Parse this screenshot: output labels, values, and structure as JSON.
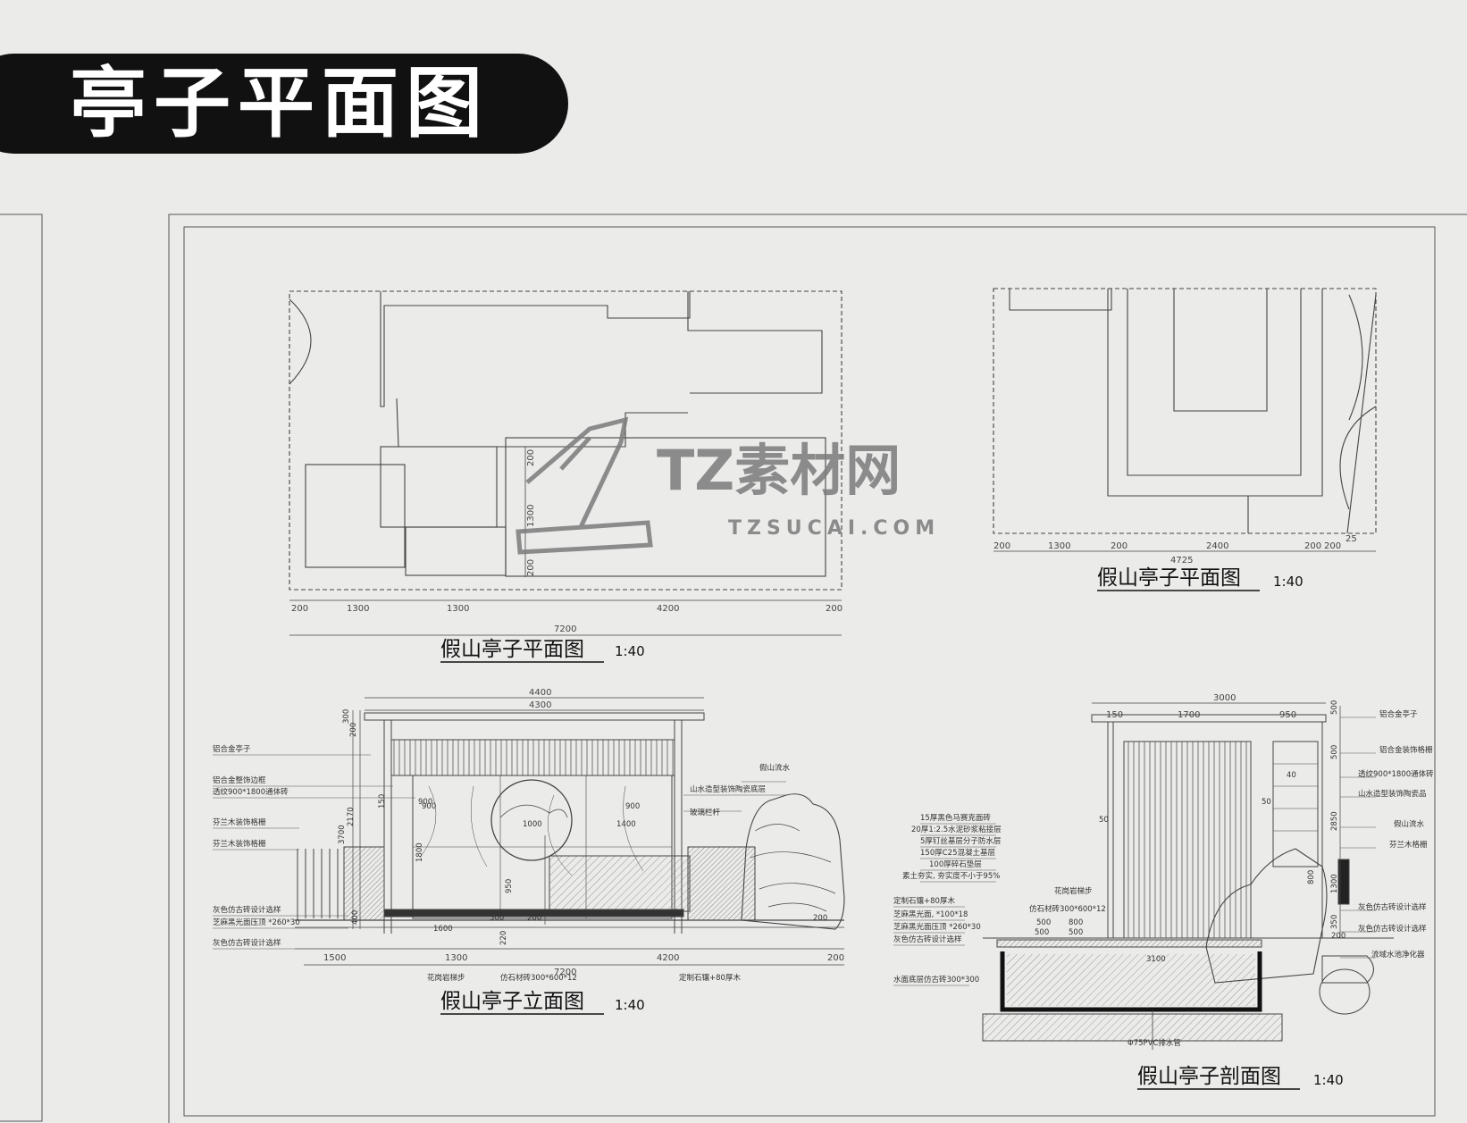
{
  "header": {
    "title": "亭子平面图"
  },
  "watermark": {
    "main": "TZ素材网",
    "sub": "TZSUCAI.COM"
  },
  "drawings": {
    "plan_a": {
      "title": "假山亭子平面图",
      "scale": "1:40",
      "dims_bottom": [
        "200",
        "1300",
        "1300",
        "4200",
        "200"
      ],
      "dim_total": "7200",
      "dims_side": [
        "200",
        "1300",
        "200"
      ]
    },
    "plan_b": {
      "title": "假山亭子平面图",
      "scale": "1:40",
      "dims_bottom": [
        "200",
        "1300",
        "200",
        "2400",
        "200",
        "200",
        "25"
      ],
      "dim_total": "4725"
    },
    "elevation": {
      "title": "假山亭子立面图",
      "scale": "1:40",
      "dims_top": [
        "4400",
        "4300"
      ],
      "dims_bottom": [
        "1500",
        "1300",
        "4200",
        "200"
      ],
      "dim_total": "7200",
      "dims_inner": [
        "900",
        "900",
        "1000",
        "900",
        "1400",
        "1600",
        "200",
        "200",
        "500"
      ],
      "dims_vertical": [
        "3700",
        "2170",
        "1800",
        "950",
        "400",
        "200",
        "300",
        "150",
        "220"
      ],
      "labels_left": [
        "铝合金亭子",
        "铝合金整饰边框",
        "透纹900*1800通体砖",
        "芬兰木装饰格栅",
        "芬兰木装饰格栅",
        "灰色仿古砖设计选样",
        "芝麻黑光面压顶 *260*30",
        "灰色仿古砖设计选样"
      ],
      "labels_right": [
        "假山流水",
        "山水造型装饰陶瓷底层",
        "玻璃栏杆"
      ],
      "labels_bottom": [
        "花岗岩梯步",
        "仿石材砖300*600*12",
        "定制石镶+80厚木"
      ]
    },
    "section": {
      "title": "假山亭子剖面图",
      "scale": "1:40",
      "dims_top": [
        "3000",
        "150",
        "1700",
        "950"
      ],
      "dims_inner": [
        "50",
        "50",
        "40",
        "500",
        "800",
        "500",
        "500",
        "3100",
        "200"
      ],
      "dims_vertical": [
        "2850",
        "1300",
        "800",
        "500",
        "350",
        "500"
      ],
      "labels_left": [
        "15厚黑色马赛克面砖",
        "20厚1:2.5水泥砂浆粘接层",
        "5厚钉丝基层分子防水层",
        "150厚C25混凝土基层",
        "100厚碎石垫层",
        "素土夯实, 夯实度不小于95%",
        "定制石镶+80厚木",
        "芝麻黑光面, *100*18",
        "芝麻黑光面压顶 *260*30",
        "灰色仿古砖设计选样",
        "水面底层仿古砖300*300"
      ],
      "labels_mid": [
        "花岗岩梯步",
        "仿石材砖300*600*12"
      ],
      "labels_right": [
        "铝合金亭子",
        "铝合金装饰格栅",
        "透纹900*1800通体砖",
        "山水造型装饰陶瓷品",
        "假山流水",
        "芬兰木格栅",
        "灰色仿古砖设计选样",
        "灰色仿古砖设计选样",
        "流域水池净化器"
      ],
      "labels_bottom": [
        "Φ75PVC排水管"
      ]
    }
  }
}
